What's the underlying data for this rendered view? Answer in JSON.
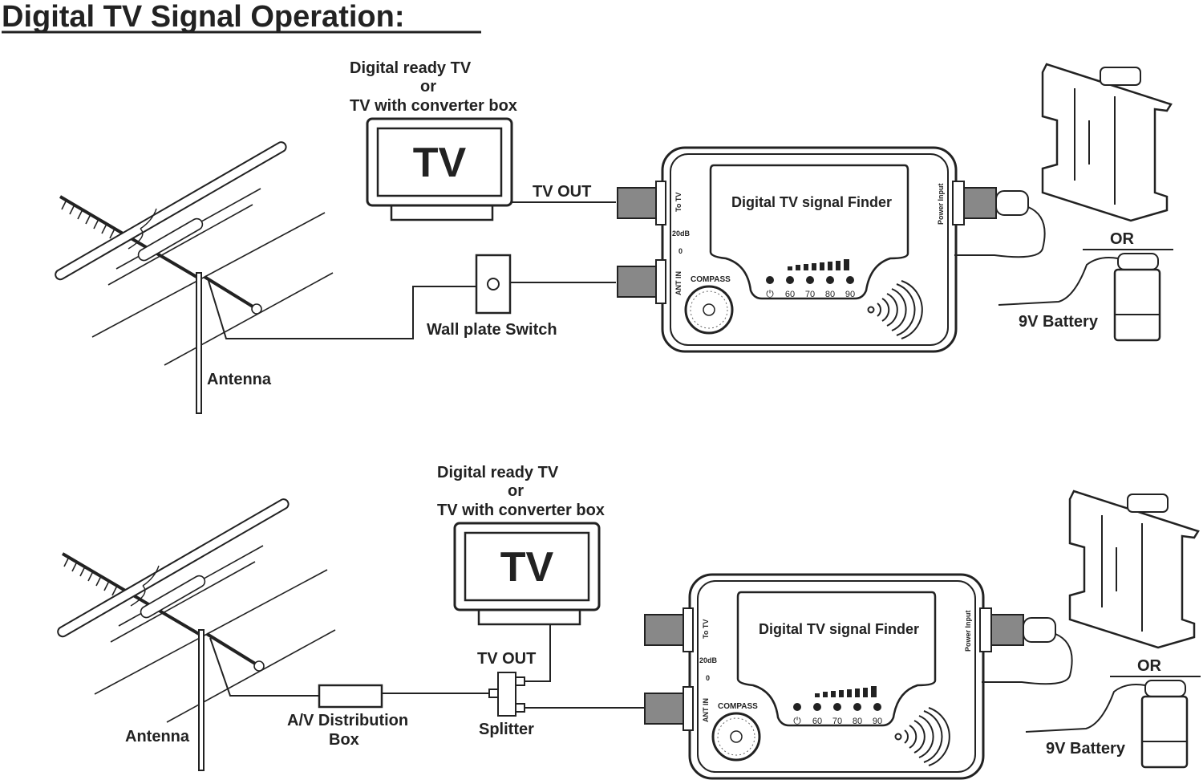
{
  "title": "Digital TV Signal Operation:",
  "colors": {
    "ink": "#222222",
    "background": "#ffffff"
  },
  "diagrams": [
    {
      "tv_caption": [
        "Digital ready TV",
        "or",
        "TV with converter box"
      ],
      "tv_screen": "TV",
      "tv_out": "TV OUT",
      "wall_plate": "Wall plate Switch",
      "antenna": "Antenna",
      "or": "OR",
      "battery": "9V Battery",
      "finder": {
        "name": "Digital TV signal Finder",
        "to_tv": "To TV",
        "ant_in": "ANT IN",
        "gain_high": "20dB",
        "gain_low": "0",
        "compass": "COMPASS",
        "power_input": "Power Input",
        "scale": [
          "60",
          "70",
          "80",
          "90"
        ],
        "power_icon": "power-icon"
      }
    },
    {
      "tv_caption": [
        "Digital ready TV",
        "or",
        "TV with converter box"
      ],
      "tv_screen": "TV",
      "tv_out": "TV OUT",
      "distribution_box": [
        "A/V Distribution",
        "Box"
      ],
      "splitter": "Splitter",
      "antenna": "Antenna",
      "or": "OR",
      "battery": "9V Battery",
      "finder": {
        "name": "Digital TV signal Finder",
        "to_tv": "To TV",
        "ant_in": "ANT IN",
        "gain_high": "20dB",
        "gain_low": "0",
        "compass": "COMPASS",
        "power_input": "Power Input",
        "scale": [
          "60",
          "70",
          "80",
          "90"
        ],
        "power_icon": "power-icon"
      }
    }
  ]
}
